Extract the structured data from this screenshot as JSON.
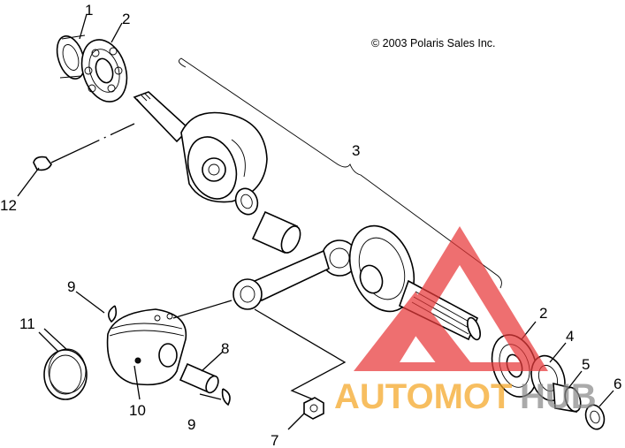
{
  "copyright": "© 2003 Polaris Sales Inc.",
  "callouts": {
    "c1": "1",
    "c2a": "2",
    "c2b": "2",
    "c3": "3",
    "c4": "4",
    "c5": "5",
    "c6": "6",
    "c7": "7",
    "c8": "8",
    "c9a": "9",
    "c9b": "9",
    "c10": "10",
    "c11": "11",
    "c12": "12"
  },
  "watermark": {
    "text_a": "AUTOMOT",
    "text_b": "HUB",
    "color_red": "#e8393a",
    "color_orange": "#f5a623",
    "color_gray": "#8a8a8a"
  }
}
